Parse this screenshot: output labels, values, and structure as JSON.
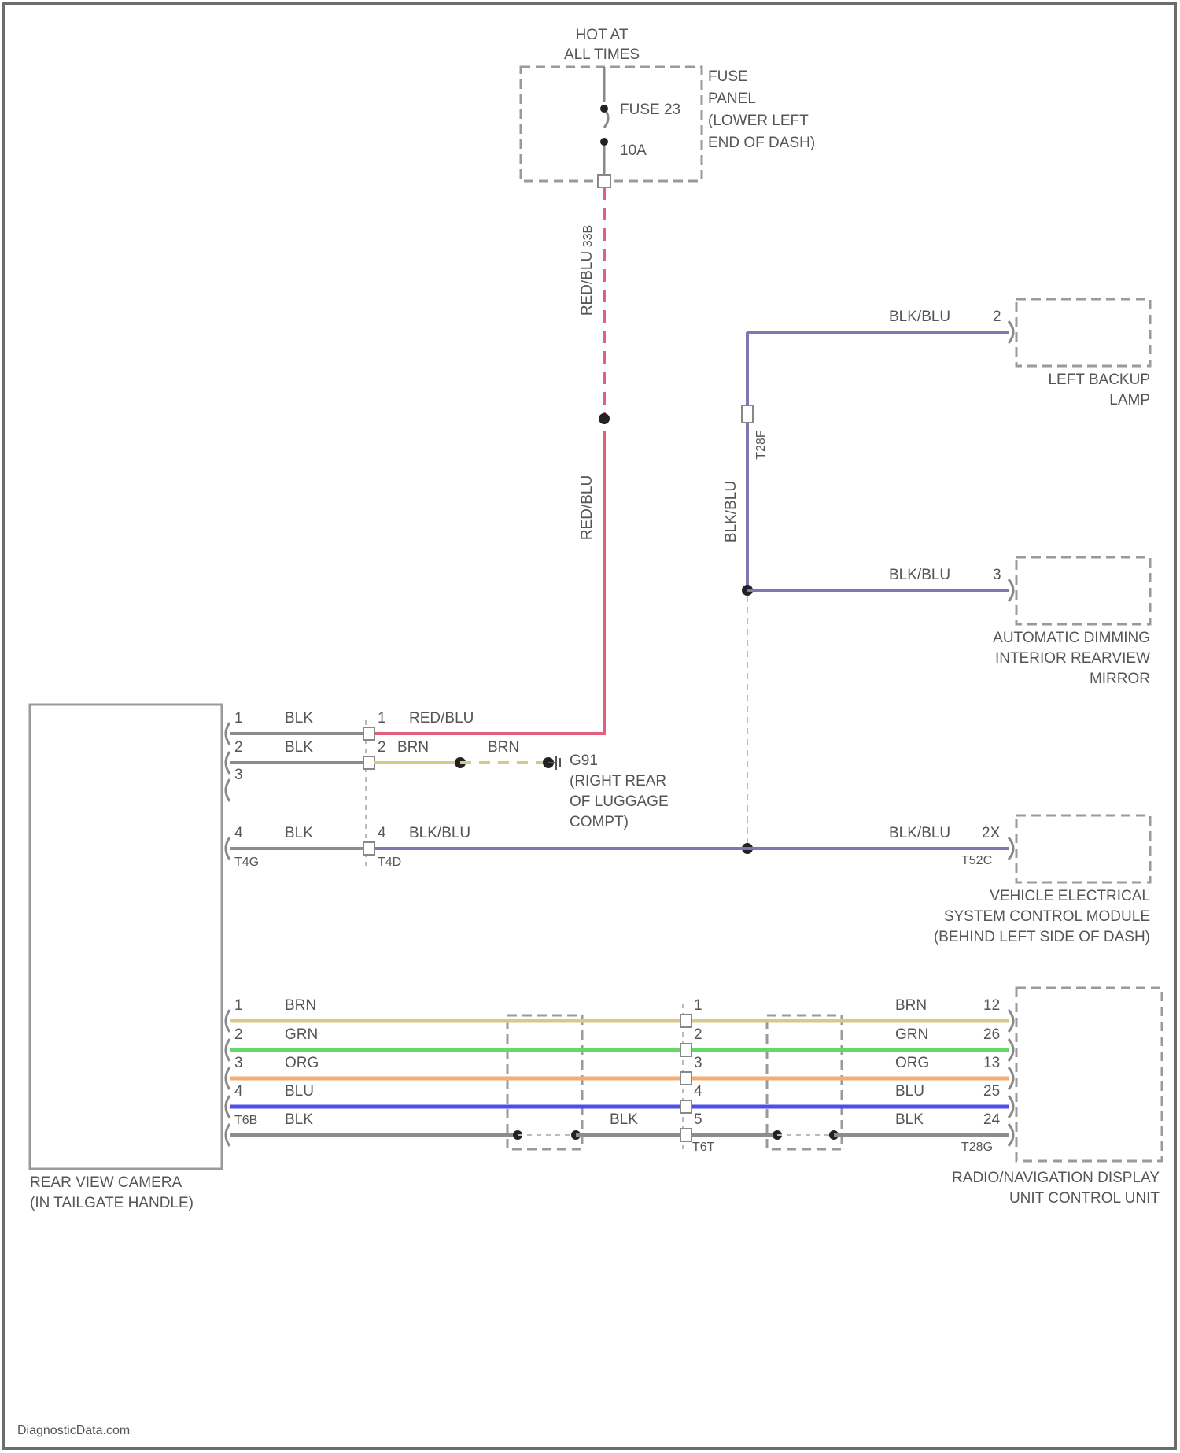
{
  "power": {
    "line1": "HOT AT",
    "line2": "ALL TIMES",
    "fuse_name": "FUSE 23",
    "fuse_rating": "10A",
    "panel_line1": "FUSE",
    "panel_line2": "PANEL",
    "panel_line3": "(LOWER LEFT",
    "panel_line4": "END OF DASH)",
    "pin": "33B"
  },
  "wires": {
    "red_blu_upper": "RED/BLU",
    "red_blu_lower": "RED/BLU",
    "blk_blu_vertical": "BLK/BLU",
    "blk_blu_connector": "T28F",
    "blk_blu_lamp": "BLK/BLU",
    "blk_blu_mirror": "BLK/BLU",
    "blk_blu_vesm": "BLK/BLU"
  },
  "components": {
    "lamp_pin": "2",
    "lamp_line1": "LEFT BACKUP",
    "lamp_line2": "LAMP",
    "mirror_pin": "3",
    "mirror_line1": "AUTOMATIC DIMMING",
    "mirror_line2": "INTERIOR REARVIEW",
    "mirror_line3": "MIRROR",
    "vesm_pin": "2X",
    "vesm_conn": "T52C",
    "vesm_line1": "VEHICLE ELECTRICAL",
    "vesm_line2": "SYSTEM CONTROL MODULE",
    "vesm_line3": "(BEHIND LEFT SIDE OF DASH)",
    "camera_line1": "REAR VIEW CAMERA",
    "camera_line2": "(IN TAILGATE HANDLE)",
    "radio_line1": "RADIO/NAVIGATION DISPLAY",
    "radio_line2": "UNIT CONTROL UNIT",
    "radio_conn": "T28G"
  },
  "camera_power": {
    "p1": "1",
    "w1": "BLK",
    "q1": "1",
    "v1": "RED/BLU",
    "p2": "2",
    "w2": "BLK",
    "q2": "2",
    "v2": "BRN",
    "v2b": "BRN",
    "p3": "3",
    "p4": "4",
    "w4": "BLK",
    "q4": "4",
    "v4": "BLK/BLU",
    "conn_left": "T4G",
    "conn_right": "T4D",
    "ground_line1": "G91",
    "ground_line2": "(RIGHT REAR",
    "ground_line3": "OF LUGGAGE",
    "ground_line4": "COMPT)"
  },
  "video": {
    "rows": [
      {
        "lp": "1",
        "lw": "BRN",
        "mp": "1",
        "rw": "BRN",
        "rp": "12"
      },
      {
        "lp": "2",
        "lw": "GRN",
        "mp": "2",
        "rw": "GRN",
        "rp": "26"
      },
      {
        "lp": "3",
        "lw": "ORG",
        "mp": "3",
        "rw": "ORG",
        "rp": "13"
      },
      {
        "lp": "4",
        "lw": "BLU",
        "mp": "4",
        "rw": "BLU",
        "rp": "25"
      },
      {
        "lp": "T6B",
        "lw": "BLK",
        "midw": "BLK",
        "mp": "5",
        "rw": "BLK",
        "rp": "24"
      }
    ],
    "mid_conn": "T6T"
  },
  "colors": {
    "red_blu": "#e0607e",
    "blk_blu": "#7b78b3",
    "blk": "#8c8c8c",
    "brn": "#d6c98a",
    "grn": "#66d86a",
    "org": "#f3ad74",
    "blu": "#4e4ee8"
  },
  "footer": "DiagnosticData.com"
}
